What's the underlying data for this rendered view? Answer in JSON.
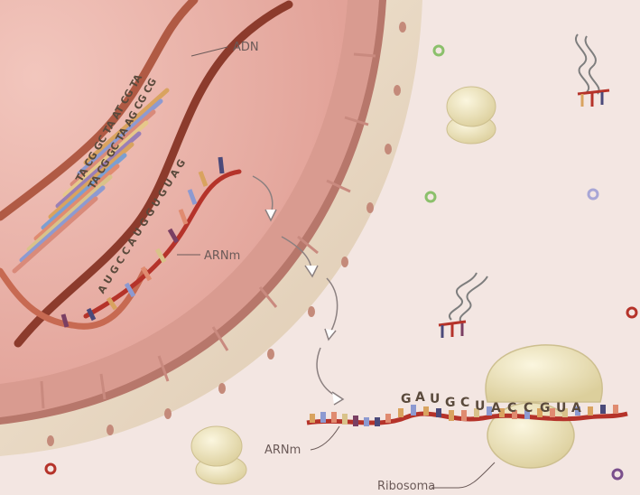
{
  "labels": {
    "adn": "ADN",
    "arnm_nucleus": "ARNm",
    "arnm_cytoplasm": "ARNm",
    "ribosome": "Ribosoma"
  },
  "dna_bases": [
    "T",
    "A",
    "T",
    "A",
    "C",
    "G",
    "C",
    "G",
    "G",
    "C",
    "G",
    "C",
    "T",
    "A",
    "T",
    "A",
    "A",
    "T",
    "A",
    "G",
    "C",
    "G",
    "C",
    "G",
    "T",
    "A",
    "C",
    "G"
  ],
  "mrna_nucleus_bases": [
    "A",
    "U",
    "G",
    "C",
    "C",
    "A",
    "U",
    "G",
    "G",
    "U",
    "G",
    "U",
    "A",
    "G"
  ],
  "mrna_cytoplasm_bases": [
    "G",
    "A",
    "U",
    "G",
    "C",
    "U",
    "A",
    "C",
    "C",
    "G",
    "U",
    "A"
  ],
  "colors": {
    "background": "#f3e6e2",
    "nucleoplasm": "#e9b1a8",
    "membrane": "#ecdcc7",
    "ribosome": "#eee3bc",
    "strand": "#b5332a"
  }
}
